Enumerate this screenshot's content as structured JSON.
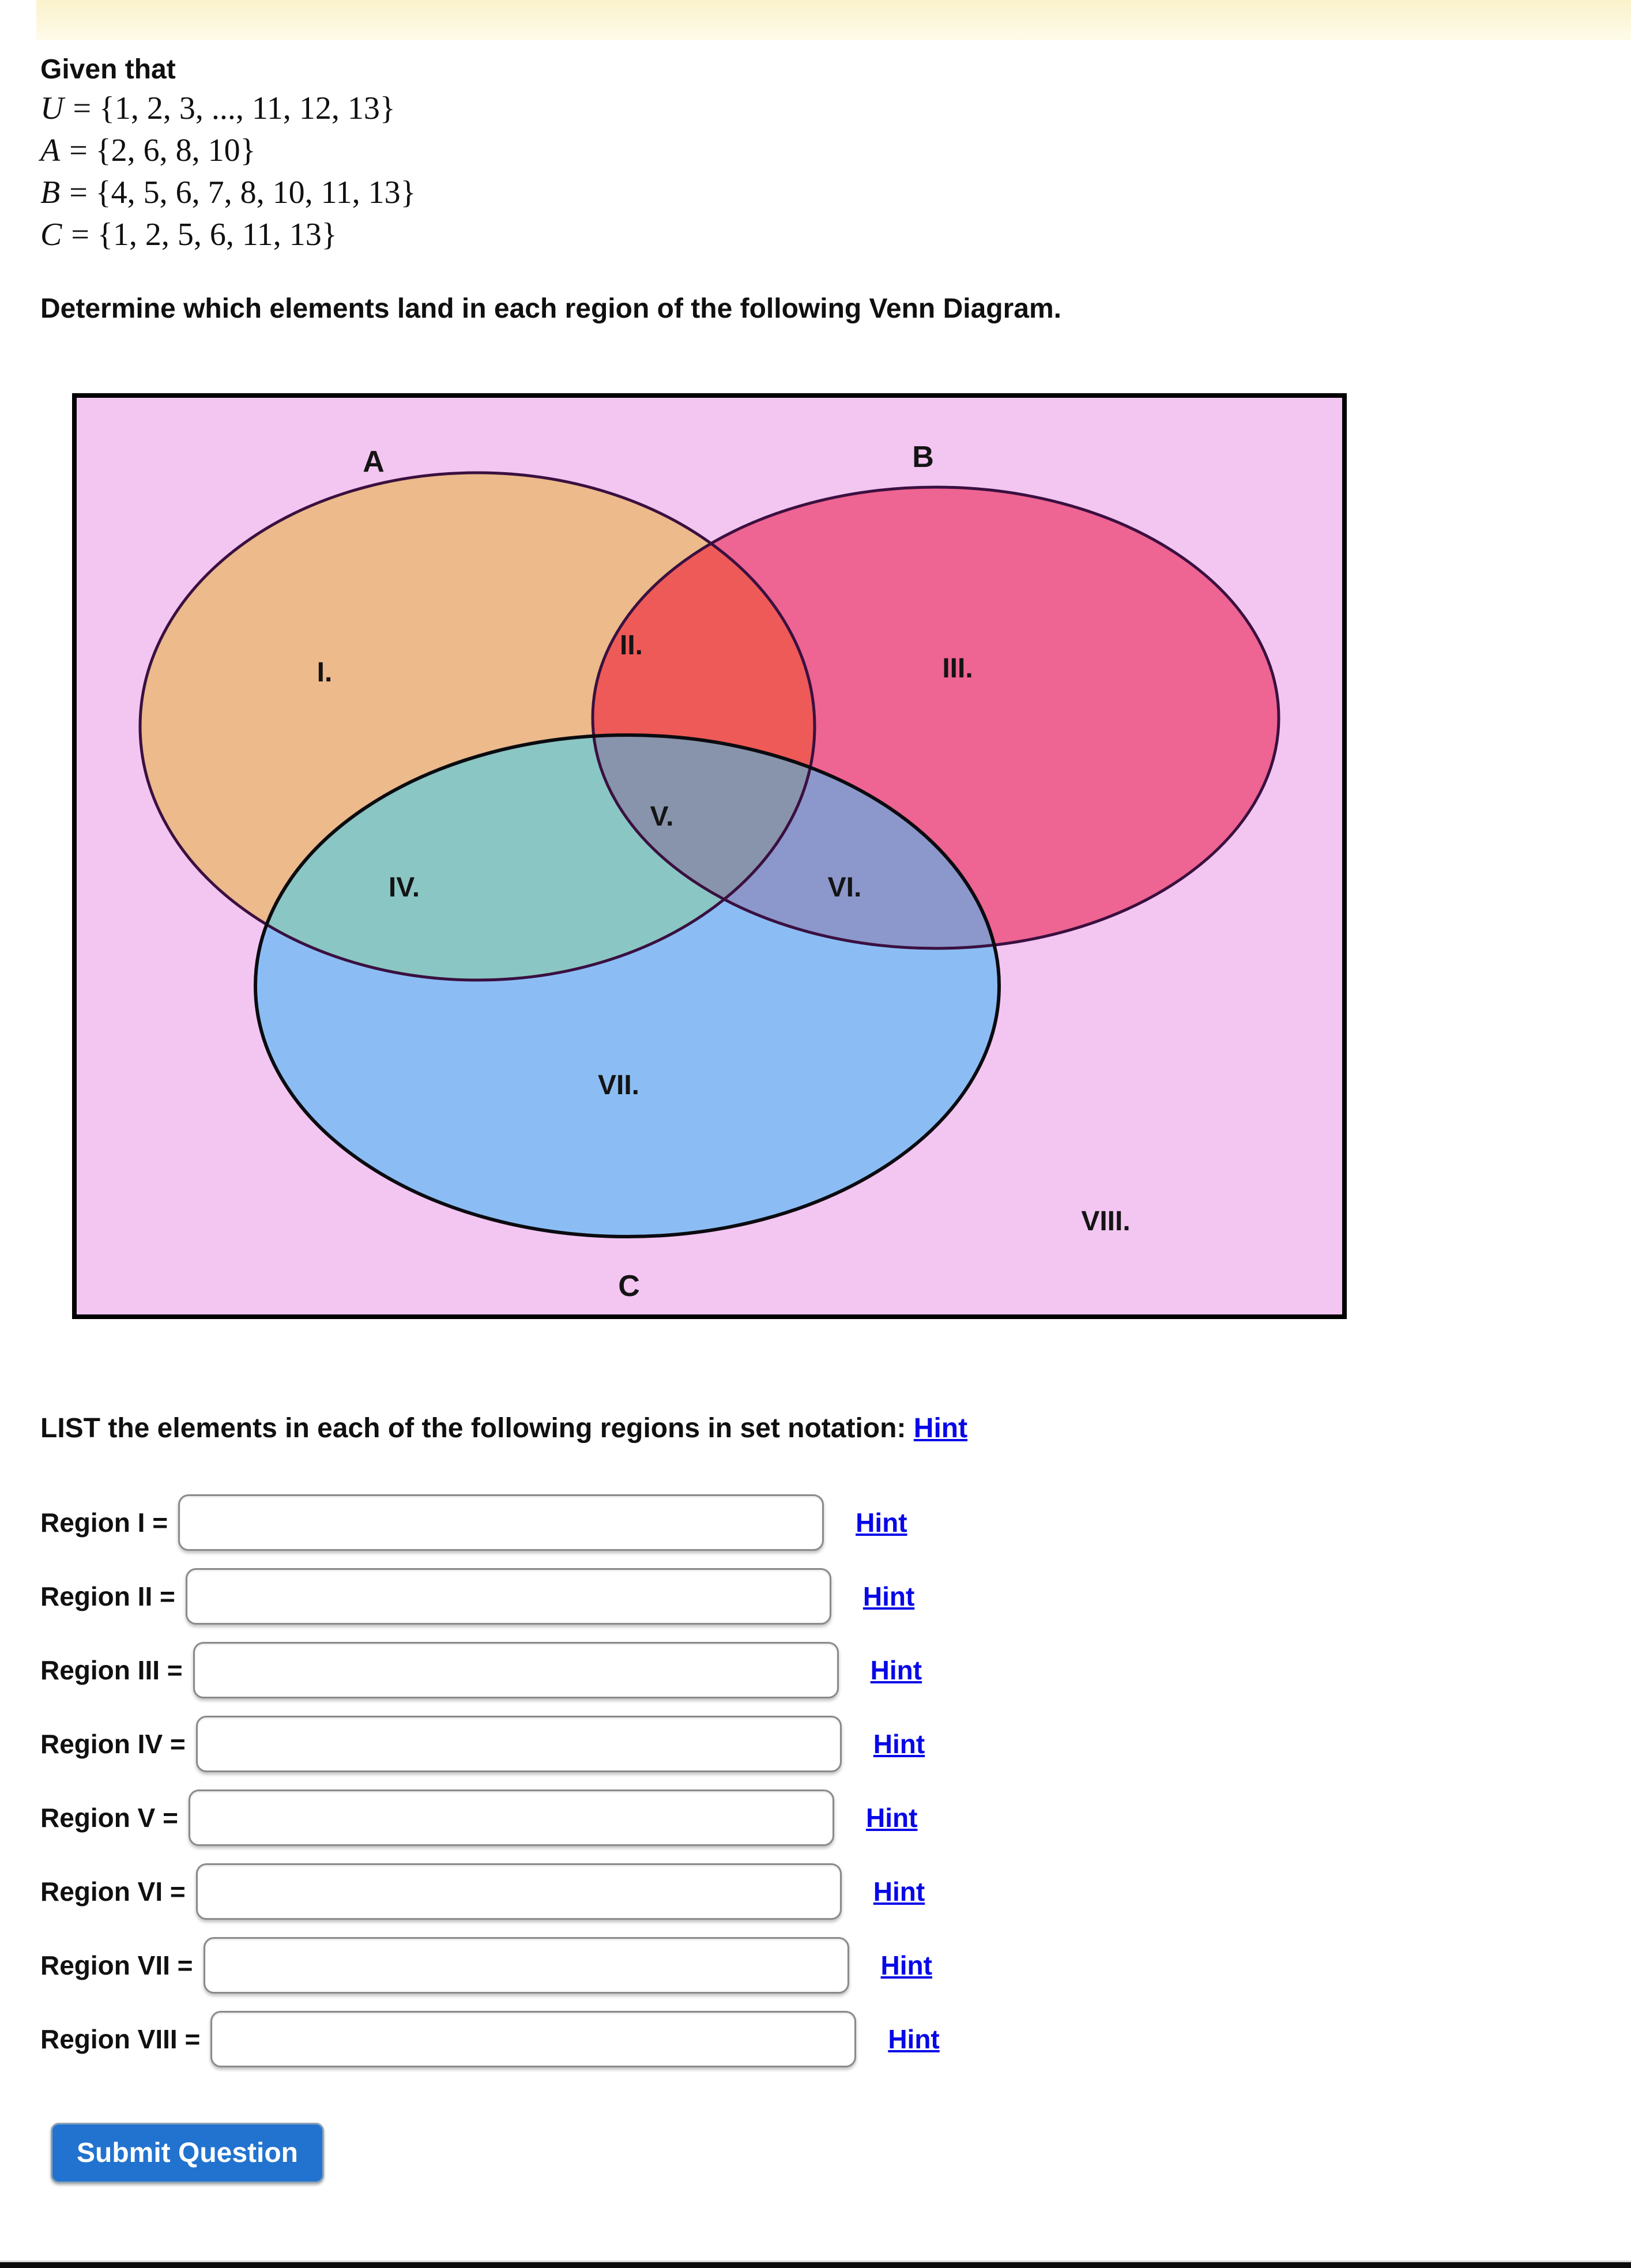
{
  "page": {
    "given_label": "Given that",
    "sets": [
      {
        "var": "U",
        "rest": "= {1, 2, 3, ..., 11, 12, 13}"
      },
      {
        "var": "A",
        "rest": "= {2, 6, 8, 10}"
      },
      {
        "var": "B",
        "rest": "= {4, 5, 6, 7, 8, 10, 11, 13}"
      },
      {
        "var": "C",
        "rest": "= {1, 2, 5, 6, 11, 13}"
      }
    ],
    "instruction": "Determine which elements land in each region of the following Venn Diagram.",
    "list_instruction": "LIST the elements in each of the following regions in set notation:",
    "hint_label": "Hint",
    "hint_color": "#0707E8",
    "topbar_color": "#FAF2CB"
  },
  "venn": {
    "set_labels": [
      "A",
      "B",
      "C"
    ],
    "region_labels": [
      "I.",
      "II.",
      "III.",
      "IV.",
      "V.",
      "VI.",
      "VII.",
      "VIII."
    ],
    "colors": {
      "background": "#F3C5F1",
      "a_only": "#ECBA8B",
      "b_only": "#EE6492",
      "c_only": "#8BBDF4",
      "a_b": "#EE5A58",
      "a_c": "#8AC6C3",
      "b_c": "#8C97CB",
      "a_b_c": "#8794AC",
      "outline_a": "#3A1040",
      "outline_b": "#3A1040",
      "outline_c": "#0B0B10"
    }
  },
  "rows": [
    {
      "label": "Region I =",
      "value": ""
    },
    {
      "label": "Region II =",
      "value": ""
    },
    {
      "label": "Region III =",
      "value": ""
    },
    {
      "label": "Region IV =",
      "value": ""
    },
    {
      "label": "Region V =",
      "value": ""
    },
    {
      "label": "Region VI =",
      "value": ""
    },
    {
      "label": "Region VII =",
      "value": ""
    },
    {
      "label": "Region VIII =",
      "value": ""
    }
  ],
  "submit": {
    "label": "Submit Question",
    "color": "#2273CF"
  }
}
